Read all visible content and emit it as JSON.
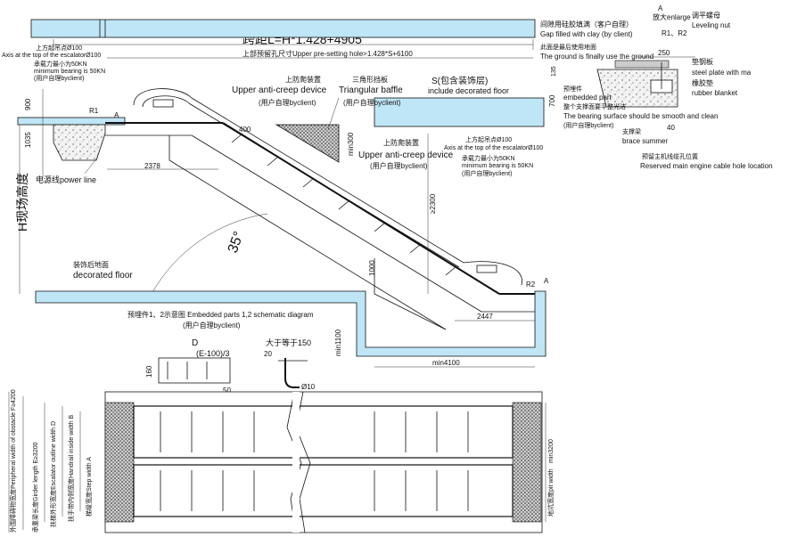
{
  "title": "跨距L=H*1.428+4905",
  "labels": {
    "top_hoist": "上方起吊点Ø100",
    "top_hoist_en": "Axis at the top of the escalatorØ100",
    "bearing_cn": "承载力最小为50KN",
    "bearing_en": "minimum bearing is 50KN",
    "by_client": "(用户自理byclient)",
    "upper_hole": "上部预留孔尺寸Upper pre-setting hole>1.428*S+6100",
    "s_decor": "S(包含装饰层)",
    "s_decor_en": "include decorated floor",
    "anti_creep_cn": "上防爬装置",
    "anti_creep_en": "Upper anti-creep device",
    "baffle_cn": "三角形挡板",
    "baffle_en": "Triangular baffle",
    "power_line": "电源线power line",
    "h_height": "H现场高度",
    "angle": "35°",
    "decorated_cn": "装饰后地面",
    "decorated_en": "decorated floor",
    "embedded_title": "预埋件1、2示意图 Embedded parts 1,2 schematic diagram",
    "gap_cn": "间隙用硅胶填满（客户自理）",
    "gap_en": "Gap filled with clay (by client)",
    "ground_cn": "此面是最后使用地面",
    "ground_en": "The ground is finally use the ground",
    "enlarge_a": "A",
    "enlarge_cn": "放大enlarge",
    "r1r2": "R1、R2",
    "level_nut_cn": "调平螺母",
    "level_nut_en": "Leveling nut",
    "steel_cn": "垫钢板",
    "steel_en": "steel plate with ma",
    "rubber_cn": "橡胶垫",
    "rubber_en": "rubber blanket",
    "embed_cn": "预埋件",
    "embed_en": "embedded part",
    "bearing_surface_cn": "整个支撑面要平整光洁",
    "bearing_surface_en": "The bearing surface should be smooth and clean",
    "brace_cn": "支撑梁",
    "brace_en": "brace summer",
    "cable_cn": "预留主机线缆孔位置",
    "cable_en": "Reserved main engine cable hole location",
    "r1": "R1",
    "r2": "R2",
    "a": "A",
    "d": "D",
    "e_formula": "(E-100)/3",
    "gt150": "大于等于150",
    "phi10": "Ø10",
    "width_f": "外围障碍物宽度Peripheral width of obstacle  F≥4200",
    "width_e": "承重梁长度Girder length  E≥3200",
    "width_d": "扶梯外形宽度Escalator outline width  D",
    "width_b": "扶手带内侧宽度Handrail inside width  B",
    "width_a": "梯级宽度Step width  A",
    "pit_width": "地坑宽度pit width",
    "min3200": "min3200"
  },
  "dimensions": {
    "d250": "250",
    "d40": "40",
    "d135": "135",
    "d700": "700",
    "d900": "900",
    "d1035": "1035",
    "d400": "400",
    "dmin300": "min300",
    "d2378": "2378",
    "d2300": "≥2300",
    "d1000": "1000",
    "d2447": "2447",
    "dmin1100": "min1100",
    "dmin4100": "min4100",
    "d160": "160",
    "d50": "50",
    "d20": "20"
  },
  "colors": {
    "floor": "#bfe6f6",
    "line": "#111111"
  }
}
